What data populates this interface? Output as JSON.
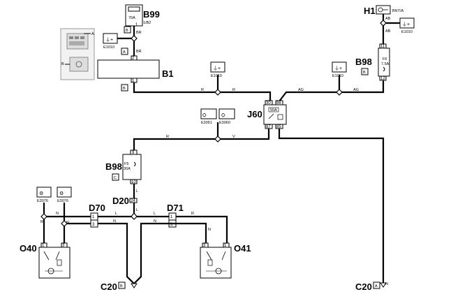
{
  "components": {
    "B99": {
      "label": "B99",
      "fuse": "70A",
      "code": "1/B2",
      "letter": "B"
    },
    "B1": {
      "label": "B1",
      "letter": "B"
    },
    "H1": {
      "label": "H1",
      "code": "BNT/A"
    },
    "B98_top": {
      "label": "B98",
      "fuse_name": "F6",
      "fuse": "7.5A",
      "letter": "B"
    },
    "B98_mid": {
      "label": "B98",
      "fuse_name": "F5",
      "fuse": "30A",
      "letter": "C"
    },
    "J60": {
      "label": "J60",
      "fuse": "50A",
      "pins": [
        "30",
        "86",
        "87",
        "85"
      ]
    },
    "D70": {
      "label": "D70"
    },
    "D71": {
      "label": "D71"
    },
    "D20": {
      "label": "D20",
      "pin": "24"
    },
    "O40": {
      "label": "O40"
    },
    "O41": {
      "label": "O41"
    },
    "C20_B": {
      "label": "C20",
      "letter": "B"
    },
    "C20_A": {
      "label": "C20",
      "letter": "A"
    }
  },
  "grounds": {
    "e1010_a": "E1010",
    "e1010_b": "E1010",
    "e1010_c": "E1010",
    "e1010_d": "E1010",
    "e3051": "E3051",
    "e3060": "E3060",
    "e3076_a": "E3076",
    "e3076_b": "E3076"
  },
  "wires": {
    "br_top": "BR",
    "br_bottom": "BR",
    "r_1": "R",
    "r_2": "R",
    "ag_1": "AG",
    "ag_2": "AG",
    "ab_1": "AB",
    "ab_2": "AB",
    "r_3": "R",
    "v_1": "V",
    "l_1": "L",
    "l_2": "L",
    "l_3": "L",
    "l_4": "L",
    "n_1": "N",
    "n_2": "N",
    "n_3": "N",
    "n_4": "N",
    "n_5": "N",
    "r_4": "R",
    "r_5": "R"
  },
  "pins": {
    "b99_out": "1",
    "b1_in": "2",
    "b1_out": "1",
    "b98t_in": "11",
    "b98t_out": "12",
    "b98m_in": "9",
    "b98m_out": "10",
    "d70_1": "1",
    "d70_3": "3",
    "d71_1": "1",
    "d71_3": "3",
    "o40_1": "1",
    "o40_3": "3",
    "o41_3": "3",
    "o41_1": "1",
    "inset_a": "A",
    "inset_b": "B"
  }
}
